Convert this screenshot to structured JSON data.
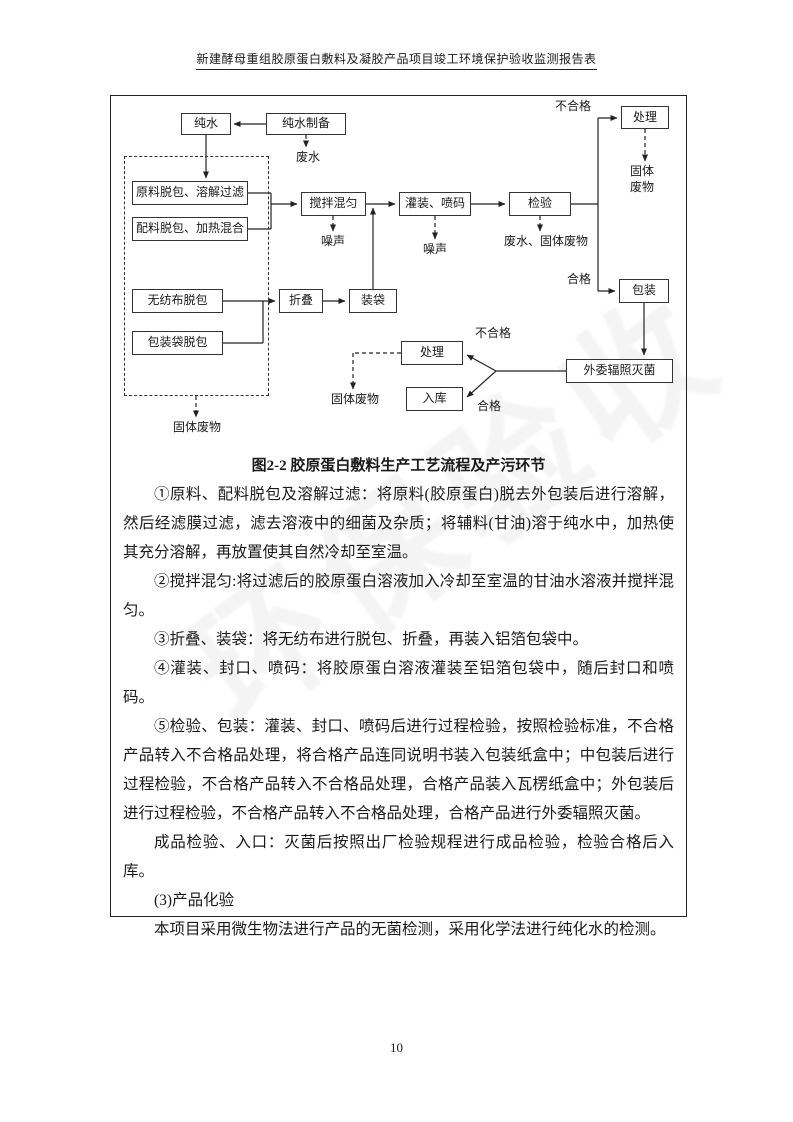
{
  "header": {
    "title": "新建酵母重组胶原蛋白敷料及凝胶产品项目竣工环境保护验收监测报告表"
  },
  "watermark": {
    "text": "环保验收"
  },
  "flowchart": {
    "pure_water": "纯水",
    "water_prep": "纯水制备",
    "wastewater": "废水",
    "unqualified_top": "不合格",
    "treatment_top": "处理",
    "solid_waste_right": "固体废物",
    "raw_unpack": "原料脱包、溶解过滤",
    "ingredient_unpack": "配料脱包、加热混合",
    "nonwoven_unpack": "无纺布脱包",
    "bag_unpack": "包装袋脱包",
    "mixing": "搅拌混匀",
    "noise_1": "噪声",
    "filling_coding": "灌装、喷码",
    "noise_2": "噪声",
    "inspection": "检验",
    "wastewater_solid_waste": "废水、固体废物",
    "qualified_right": "合格",
    "packaging": "包装",
    "folding": "折叠",
    "bagging": "装袋",
    "treatment_mid": "处理",
    "unqualified_mid": "不合格",
    "warehousing": "入库",
    "qualified_mid": "合格",
    "sterilization": "外委辐照灭菌",
    "solid_waste_mid": "固体废物",
    "solid_waste_bottom": "固体废物"
  },
  "figure": {
    "caption": "图2-2  胶原蛋白敷料生产工艺流程及产污环节"
  },
  "body": {
    "paragraphs": [
      "①原料、配料脱包及溶解过滤：将原料(胶原蛋白)脱去外包装后进行溶解，然后经滤膜过滤，滤去溶液中的细菌及杂质；将辅料(甘油)溶于纯水中，加热使其充分溶解，再放置使其自然冷却至室温。",
      "②搅拌混匀:将过滤后的胶原蛋白溶液加入冷却至室温的甘油水溶液并搅拌混匀。",
      "③折叠、装袋：将无纺布进行脱包、折叠，再装入铝箔包袋中。",
      "④灌装、封口、喷码：将胶原蛋白溶液灌装至铝箔包袋中，随后封口和喷码。",
      "⑤检验、包装：灌装、封口、喷码后进行过程检验，按照检验标准，不合格产品转入不合格品处理，将合格产品连同说明书装入包装纸盒中；中包装后进行过程检验，不合格产品转入不合格品处理，合格产品装入瓦楞纸盒中；外包装后进行过程检验，不合格产品转入不合格品处理，合格产品进行外委辐照灭菌。",
      "成品检验、入口：灭菌后按照出厂检验规程进行成品检验，检验合格后入库。",
      "(3)产品化验",
      "本项目采用微生物法进行产品的无菌检测，采用化学法进行纯化水的检测。"
    ]
  },
  "footer": {
    "page_number": "10"
  }
}
